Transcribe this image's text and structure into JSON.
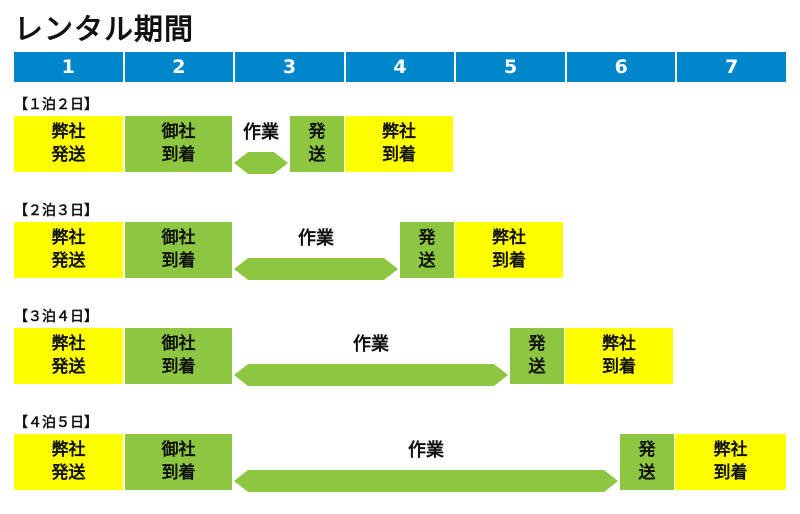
{
  "title": "レンタル期間",
  "days": [
    "1",
    "2",
    "3",
    "4",
    "5",
    "6",
    "7"
  ],
  "plans": [
    {
      "label": "【１泊２日】",
      "send": "弊社\n発送",
      "arrive": "御社\n到着",
      "work": "作業",
      "ship": "発\n送",
      "return": "弊社\n到着"
    },
    {
      "label": "【２泊３日】",
      "send": "弊社\n発送",
      "arrive": "御社\n到着",
      "work": "作業",
      "ship": "発\n送",
      "return": "弊社\n到着"
    },
    {
      "label": "【３泊４日】",
      "send": "弊社\n発送",
      "arrive": "御社\n到着",
      "work": "作業",
      "ship": "発\n送",
      "return": "弊社\n到着"
    },
    {
      "label": "【４泊５日】",
      "send": "弊社\n発送",
      "arrive": "御社\n到着",
      "work": "作業",
      "ship": "発\n送",
      "return": "弊社\n到着"
    }
  ],
  "colors": {
    "header": "#0087cb",
    "yellow": "#ffff00",
    "green": "#8dc641"
  }
}
